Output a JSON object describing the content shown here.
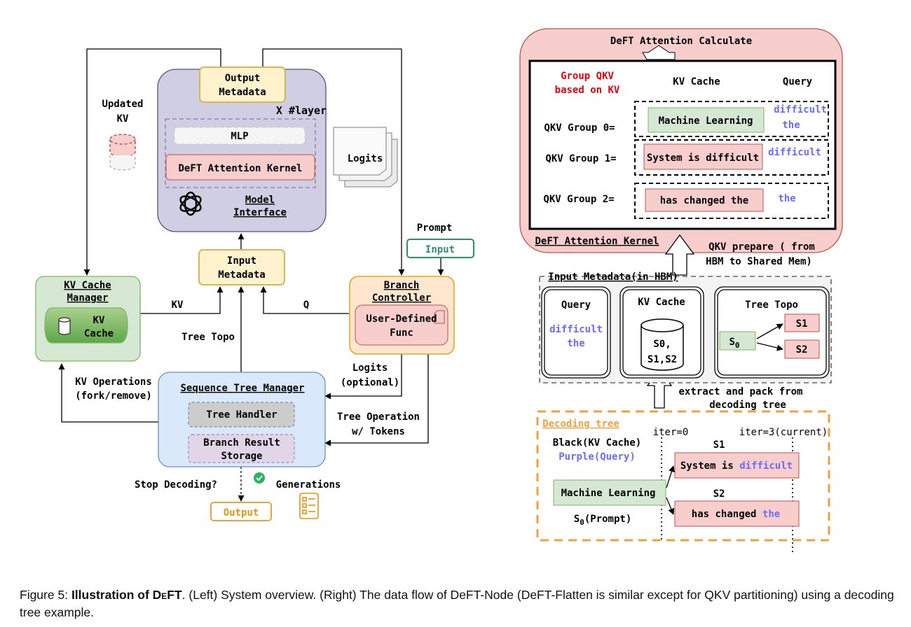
{
  "left": {
    "updated_kv": [
      "Updated",
      "KV"
    ],
    "output_metadata": [
      "Output",
      "Metadata"
    ],
    "x_layer": "X #layer",
    "mlp": "MLP",
    "attention_kernel": "DeFT Attention Kernel",
    "model_interface": [
      "Model",
      "Interface"
    ],
    "logits": "Logits",
    "prompt": "Prompt",
    "input_tag": "Input",
    "input_metadata": [
      "Input",
      "Metadata"
    ],
    "kv_cache_manager": [
      "KV Cache",
      "Manager"
    ],
    "kv_cache": [
      "KV",
      "Cache"
    ],
    "kv_arrow": "KV",
    "q_arrow": "Q",
    "branch_controller": [
      "Branch",
      "Controller"
    ],
    "user_defined_func": [
      "User-Defined",
      "Func"
    ],
    "tree_topo": "Tree Topo",
    "logits_optional": [
      "Logits",
      "(optional)"
    ],
    "kv_operations": [
      "KV Operations",
      "(fork/remove)"
    ],
    "sequence_tree_manager": "Sequence Tree Manager",
    "tree_handler": "Tree Handler",
    "branch_result_storage": [
      "Branch Result",
      "Storage"
    ],
    "tree_operation": [
      "Tree Operation",
      "w/ Tokens"
    ],
    "stop_decoding": "Stop Decoding?",
    "generations": "Generations",
    "output": "Output"
  },
  "right": {
    "attention_calculate": "DeFT Attention Calculate",
    "group_qkv": [
      "Group QKV",
      "based on KV"
    ],
    "kv_cache_col": "KV Cache",
    "query_col": "Query",
    "groups": [
      {
        "label": "QKV Group 0=",
        "kv": "Machine Learning",
        "query": [
          "difficult",
          "the"
        ]
      },
      {
        "label": "QKV Group 1=",
        "kv": "System is difficult",
        "query": [
          "difficult"
        ]
      },
      {
        "label": "QKV Group 2=",
        "kv": "has changed the",
        "query": [
          "the"
        ]
      }
    ],
    "attention_kernel": "DeFT Attention Kernel",
    "qkv_prepare": [
      "QKV prepare ( from",
      "HBM to Shared Mem)"
    ],
    "input_metadata_hbm": "Input Metadata(in HBM)",
    "query_box": {
      "title": "Query",
      "items": [
        "difficult",
        "the"
      ]
    },
    "kv_cache_box": {
      "title": "KV Cache",
      "items": [
        "S0,",
        "S1,S2"
      ]
    },
    "tree_topo_box": {
      "title": "Tree Topo",
      "root": "S",
      "root_sub": "0",
      "children": [
        "S1",
        "S2"
      ]
    },
    "extract_pack": [
      "extract and pack from",
      "decoding tree"
    ],
    "decoding_tree": "Decoding tree",
    "iter0": "iter=0",
    "iter3": "iter=3(current)",
    "legend_black": "Black(KV Cache)",
    "legend_purple": "Purple(Query)",
    "s1": "S1",
    "s2": "S2",
    "s1_tokens": {
      "black": "System is ",
      "purple": "difficult"
    },
    "s2_tokens": {
      "black": "has changed ",
      "purple": "the"
    },
    "root_node": "Machine Learning",
    "s0_prompt": {
      "main": "S",
      "sub": "0",
      "rest": "(Prompt)"
    }
  },
  "caption": {
    "prefix": "Figure 5: ",
    "bold_title": "Illustration of D",
    "bold_title_sc": "e",
    "bold_title_end": "FT",
    "text": ". (Left) System overview. (Right) The data flow of DeFT-Node (DeFT-Flatten is similar except for QKV partitioning) using a decoding tree example."
  },
  "colors": {
    "purple_text": "#6b6bff",
    "red_text": "#e8000b",
    "orange": "#f2a03d",
    "green_fill": "#d5e8d4",
    "red_fill": "#f8cecc",
    "yellow_fill": "#fff2cc",
    "lavender": "#d0cee2"
  }
}
